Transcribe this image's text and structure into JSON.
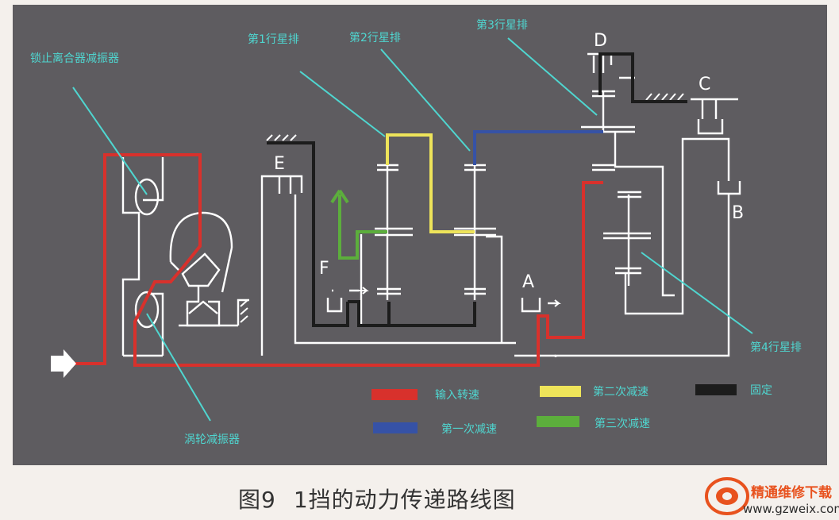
{
  "diagram": {
    "labels": {
      "lockup_damper": "锁止离合器减振器",
      "turbine_damper": "涡轮减振器",
      "ps1": "第1行星排",
      "ps2": "第2行星排",
      "ps3": "第3行星排",
      "ps4": "第4行星排",
      "A": "A",
      "B": "B",
      "C": "C",
      "D": "D",
      "E": "E",
      "F": "F"
    },
    "legend": [
      {
        "label": "输入转速",
        "color": "#d8312c"
      },
      {
        "label": "第二次减速",
        "color": "#eee45a"
      },
      {
        "label": "固定",
        "color": "#1c1c1c"
      },
      {
        "label": "第一次减速",
        "color": "#3652a6"
      },
      {
        "label": "第三次减速",
        "color": "#5cae3c"
      }
    ],
    "colors": {
      "background": "#5e5c60",
      "structure": "#ffffff",
      "label": "#4fd6d0"
    }
  },
  "caption": {
    "number": "图9",
    "text": "1挡的动力传递路线图"
  },
  "watermark": {
    "name": "精通维修下载",
    "url": "www.gzweix.com"
  }
}
